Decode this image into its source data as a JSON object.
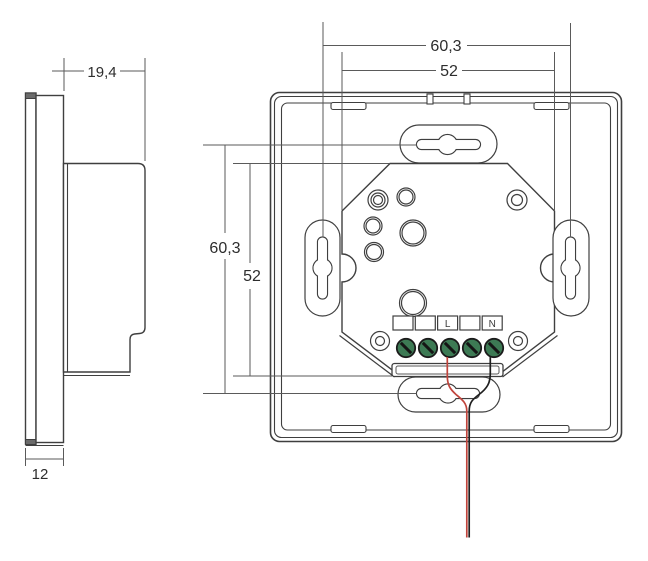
{
  "drawing": {
    "title": "wall-switch-mounting-dimension-drawing",
    "views": [
      "side-view",
      "rear-view"
    ],
    "units_style": "decimal-comma"
  },
  "dimensions": {
    "side_depth": "19,4",
    "side_thickness": "12",
    "back_width_outer": "60,3",
    "back_width_inner": "52",
    "back_height_outer": "60,3",
    "back_height_inner": "52"
  },
  "terminals": {
    "count": 5,
    "l_label": "L",
    "n_label": "N",
    "unlabeled": [
      "",
      "",
      ""
    ]
  },
  "wires": {
    "live_wire_color_name": "red",
    "neutral_wire_color_name": "black"
  },
  "colors": {
    "background": "#ffffff",
    "outline": "#3f3f3f",
    "dimension_line": "#5a5a5a",
    "terminal_green": "#3d7a54",
    "terminal_slot": "#151515",
    "wire_red": "#c0443c",
    "wire_black": "#1f1f1f",
    "glass_edge_dark": "#6b6b6b"
  }
}
